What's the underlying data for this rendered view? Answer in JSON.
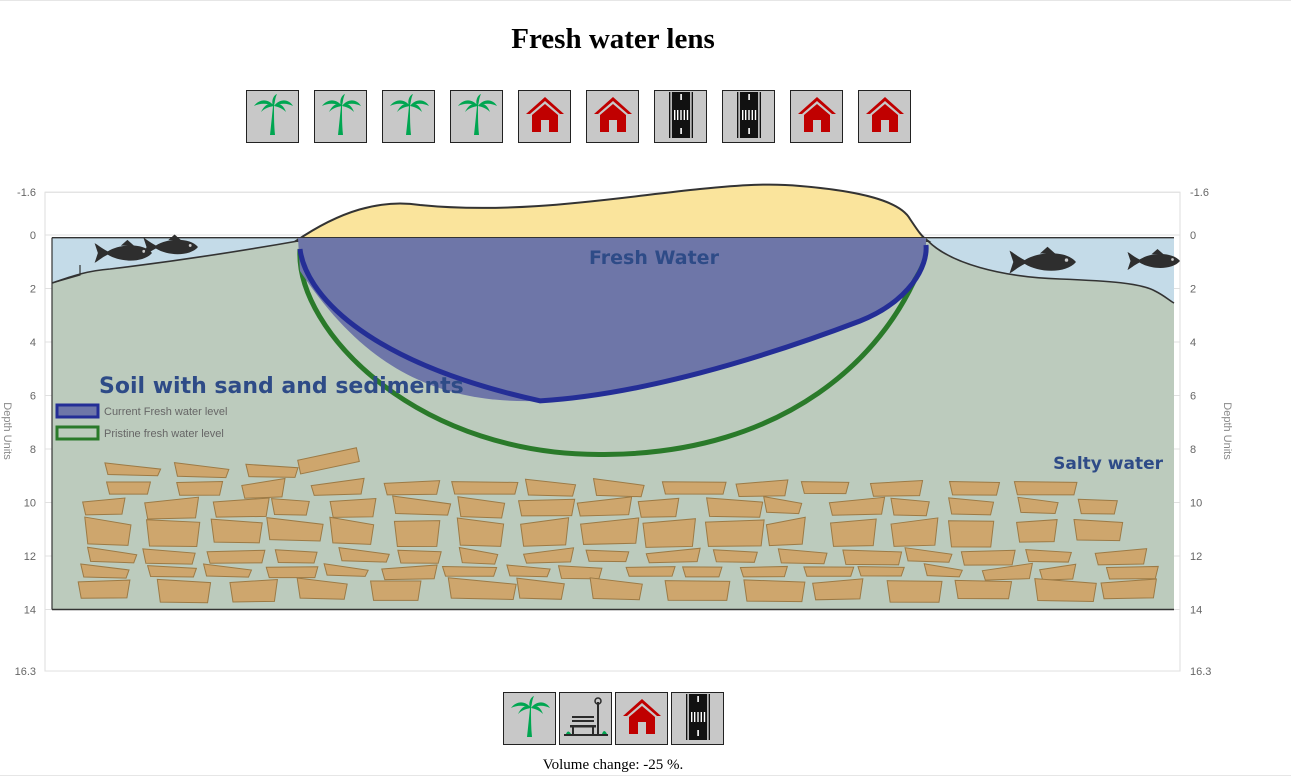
{
  "header": {
    "title": "Fresh water lens"
  },
  "top_icons": [
    {
      "type": "palm-tree"
    },
    {
      "type": "palm-tree"
    },
    {
      "type": "palm-tree"
    },
    {
      "type": "palm-tree"
    },
    {
      "type": "house"
    },
    {
      "type": "house"
    },
    {
      "type": "road"
    },
    {
      "type": "road"
    },
    {
      "type": "house"
    },
    {
      "type": "house"
    }
  ],
  "bottom_icons": [
    {
      "type": "palm-tree"
    },
    {
      "type": "park-bench"
    },
    {
      "type": "house"
    },
    {
      "type": "road"
    }
  ],
  "colors": {
    "palm": "#00a651",
    "house": "#c00000",
    "road": "#111111",
    "tile": "#c8c8c8",
    "sea": "#c4dbe8",
    "soil": "#bccbbd",
    "sand": "#fae49c",
    "fresh": "#6e76a8",
    "fresh_edge": "#242e96",
    "pristine_edge": "#2a7a2a",
    "rocks": "#cea66d",
    "label": "#2e4b87"
  },
  "chart_data": {
    "type": "area",
    "title": "",
    "ylabel": "Depth Units",
    "ylim": [
      16.3,
      -1.6
    ],
    "yticks": [
      -1.6,
      0,
      2,
      4,
      6,
      8,
      10,
      12,
      14,
      16.3
    ],
    "grid": true,
    "labels": {
      "fresh": "Fresh Water",
      "soil": "Soil with sand and sediments",
      "salty": "Salty water"
    },
    "legend": {
      "placement": "left",
      "entries": [
        {
          "name": "Current Fresh water level",
          "key": "current"
        },
        {
          "name": "Pristine fresh water level",
          "key": "pristine"
        }
      ]
    },
    "series": [
      {
        "key": "current",
        "max_depth": 6.2
      },
      {
        "key": "pristine",
        "max_depth": 8.2
      }
    ],
    "island_max_height": -1.9
  },
  "status": {
    "volume_text": "Volume change: -25 %."
  }
}
